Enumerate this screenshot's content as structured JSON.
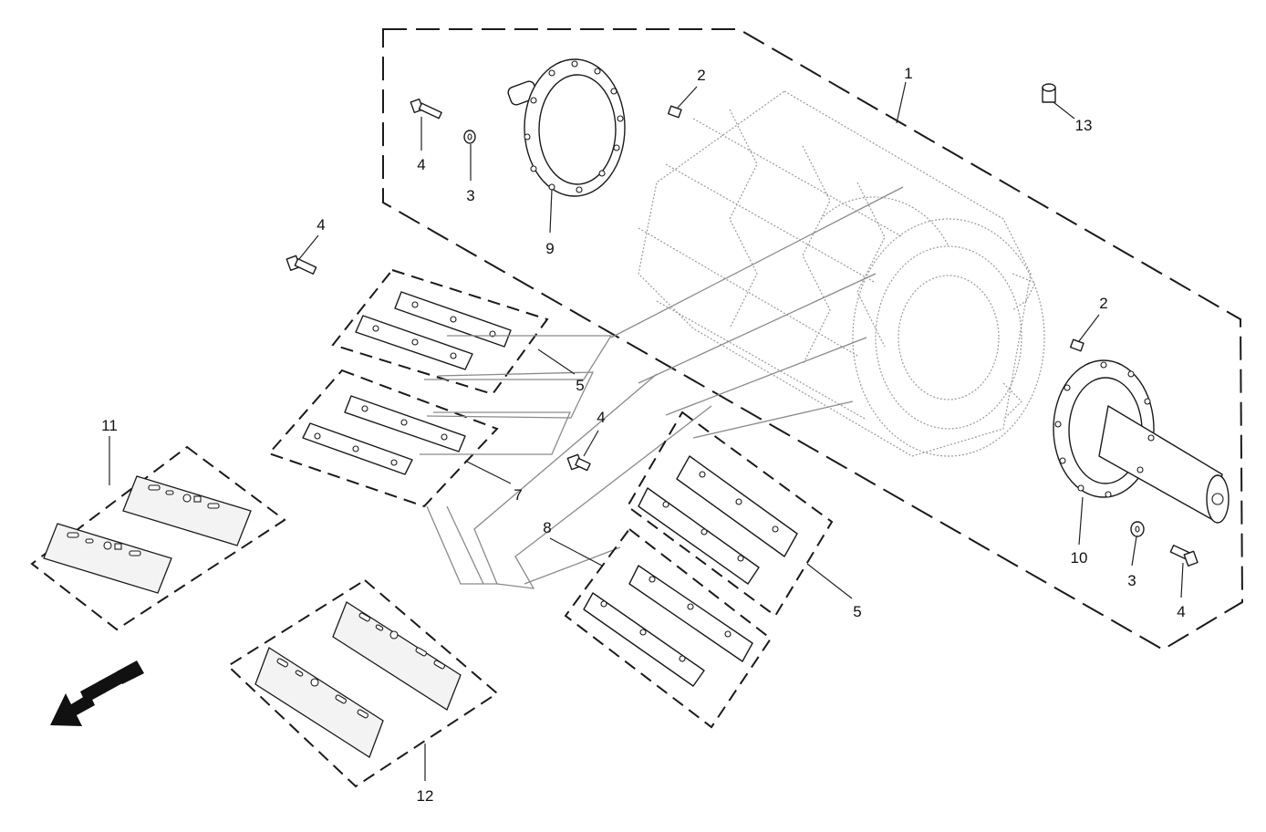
{
  "diagram": {
    "type": "exploded-parts-view",
    "callouts": {
      "c1": "1",
      "c2a": "2",
      "c2b": "2",
      "c3a": "3",
      "c3b": "3",
      "c4a": "4",
      "c4b": "4",
      "c4c": "4",
      "c4d": "4",
      "c5a": "5",
      "c5b": "5",
      "c7": "7",
      "c8": "8",
      "c9": "9",
      "c10": "10",
      "c11": "11",
      "c12": "12",
      "c13": "13"
    },
    "direction_indicator": "forward-direction-arrow-icon"
  }
}
